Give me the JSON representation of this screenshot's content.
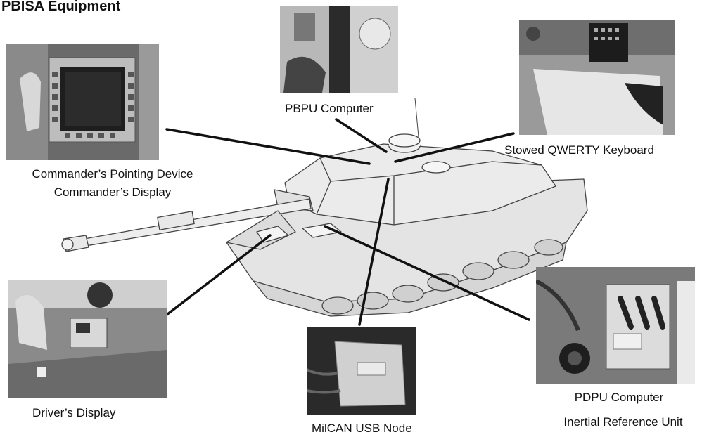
{
  "title": "PBISA Equipment",
  "components": {
    "commander": {
      "label_pointing_device": "Commander’s Pointing Device",
      "label_display": "Commander’s  Display"
    },
    "pbpu": {
      "label": "PBPU Computer"
    },
    "keyboard": {
      "label": "Stowed QWERTY Keyboard"
    },
    "driver": {
      "label": "Driver’s Display"
    },
    "milcan": {
      "label": "MilCAN USB Node"
    },
    "pdpu": {
      "label_computer": "PDPU Computer",
      "label_iru": "Inertial Reference Unit"
    }
  }
}
